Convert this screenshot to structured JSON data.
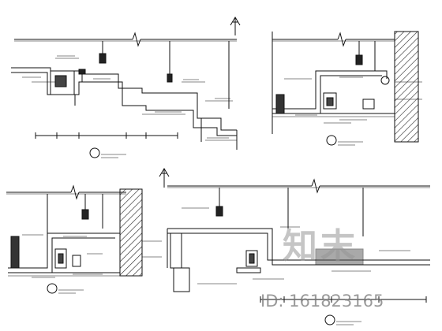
{
  "drawing": {
    "sections": [
      {
        "name": "section-top-left"
      },
      {
        "name": "section-top-right"
      },
      {
        "name": "section-bottom-left"
      },
      {
        "name": "section-bottom-right"
      }
    ]
  },
  "watermark": {
    "logo_text": "知末",
    "id_text": "ID: 161823165",
    "color": "#9a9a9a"
  },
  "colors": {
    "line": "#111111",
    "hatch": "#333333",
    "background": "#ffffff"
  }
}
